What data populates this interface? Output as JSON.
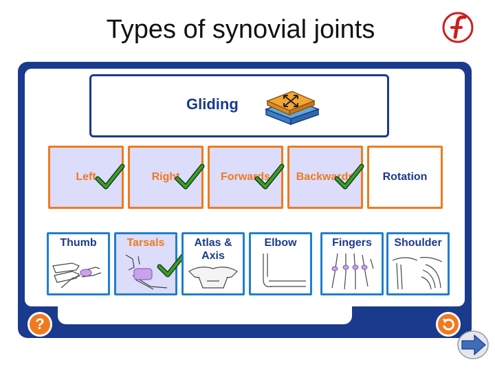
{
  "slide": {
    "title": "Types of synovial joints"
  },
  "joint_panel": {
    "title": "Gliding",
    "icon": "gliding-plates-icon"
  },
  "movements": [
    {
      "label": "Left",
      "checked": true
    },
    {
      "label": "Right",
      "checked": true
    },
    {
      "label": "Forwards",
      "checked": true
    },
    {
      "label": "Backwards",
      "checked": true
    },
    {
      "label": "Rotation",
      "checked": false
    }
  ],
  "joints": [
    {
      "label": "Thumb",
      "selected": false,
      "icon": "thumb-bone-icon"
    },
    {
      "label": "Tarsals",
      "selected": true,
      "checked": true,
      "icon": "tarsals-bone-icon"
    },
    {
      "label": "Atlas & Axis",
      "selected": false,
      "icon": "atlas-axis-bone-icon"
    },
    {
      "label": "Elbow",
      "selected": false,
      "icon": "elbow-bone-icon"
    },
    {
      "label": "Fingers",
      "selected": false,
      "icon": "fingers-bone-icon"
    },
    {
      "label": "Shoulder",
      "selected": false,
      "icon": "shoulder-bone-icon"
    }
  ],
  "controls": {
    "help_label": "?",
    "help_icon": "question-mark-icon",
    "reset_icon": "undo-arrow-icon",
    "next_icon": "next-arrow-icon",
    "logo_icon": "flash-logo-icon"
  },
  "colors": {
    "navy": "#1a3a8c",
    "orange": "#f07a1e",
    "lavender": "#dcdcfb",
    "blue": "#1e7fd0",
    "green": "#2e8b1e"
  }
}
